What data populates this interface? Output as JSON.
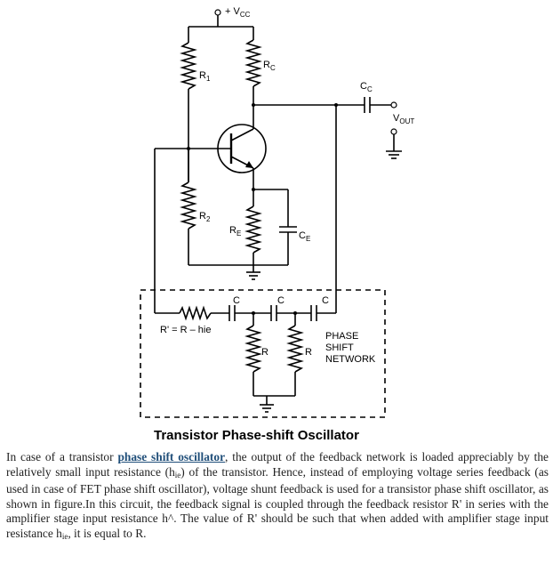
{
  "figure": {
    "labels": {
      "vcc": "+ V",
      "vcc_sub": "CC",
      "r1": "R",
      "r1_sub": "1",
      "rc": "R",
      "rc_sub": "C",
      "cc": "C",
      "cc_sub": "C",
      "vout": "V",
      "vout_sub": "OUT",
      "r2": "R",
      "r2_sub": "2",
      "re": "R",
      "re_sub": "E",
      "ce": "C",
      "ce_sub": "E",
      "c1": "C",
      "c2": "C",
      "c3": "C",
      "rprime": "R' = R – hie",
      "r_a": "R",
      "r_b": "R",
      "network_line1": "PHASE",
      "network_line2": "SHIFT",
      "network_line3": "NETWORK"
    },
    "caption": "Transistor Phase-shift Oscillator"
  },
  "body": {
    "s1": "In case of a transistor ",
    "link": "phase shift oscillator",
    "s2": ", the output of the feedback network is loaded appreciably by the relatively small input resistance (h",
    "hie_sub": "ie",
    "s3": ") of the transistor. Hence, instead of employing voltage series feedback (as used in case of FET phase shift oscillator), voltage shunt feedback is used for a transistor phase shift oscillator, as shown in figure.In this circuit, the feedback signal is coupled through the feedback resistor R' in series with the amplifier stage input resistance h^. The value of R' should be such that when added with amplifier stage input resistance h",
    "hie_sub2": "ie",
    "s4": ", it is equal to R."
  }
}
